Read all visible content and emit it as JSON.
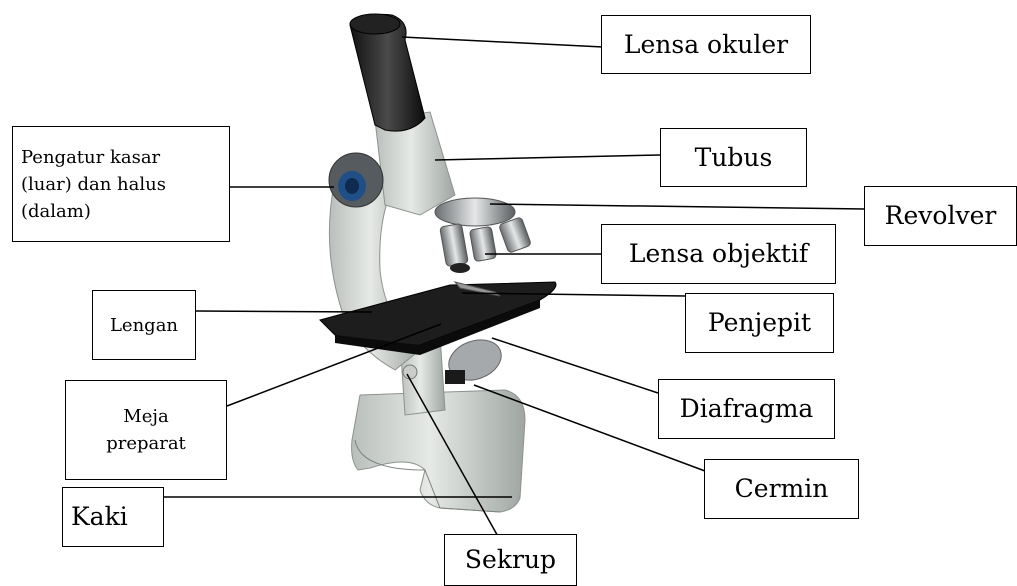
{
  "labels": {
    "lensa_okuler": "Lensa okuler",
    "tubus": "Tubus",
    "revolver": "Revolver",
    "lensa_objektif": "Lensa objektif",
    "penjepit": "Penjepit",
    "diafragma": "Diafragma",
    "cermin": "Cermin",
    "sekrup": "Sekrup",
    "kaki": "Kaki",
    "meja_preparat": "Meja preparat",
    "lengan": "Lengan",
    "pengatur": "Pengatur kasar (luar) dan halus (dalam)"
  }
}
